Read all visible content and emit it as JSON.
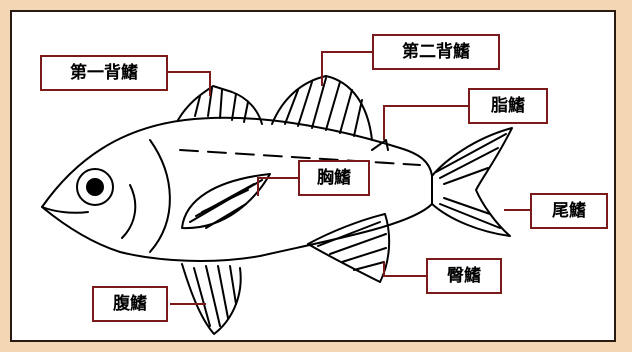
{
  "labels": {
    "first_dorsal_fin": "第一背鰭",
    "second_dorsal_fin": "第二背鰭",
    "adipose_fin": "脂鰭",
    "pectoral_fin": "胸鰭",
    "caudal_fin": "尾鰭",
    "anal_fin": "臀鰭",
    "pelvic_fin": "腹鰭"
  },
  "colors": {
    "background": "#f3d6b4",
    "panel": "#ffffff",
    "label_border": "#7a1a1a",
    "leader_line": "#7a1a1a",
    "fish_outline": "#000000"
  }
}
